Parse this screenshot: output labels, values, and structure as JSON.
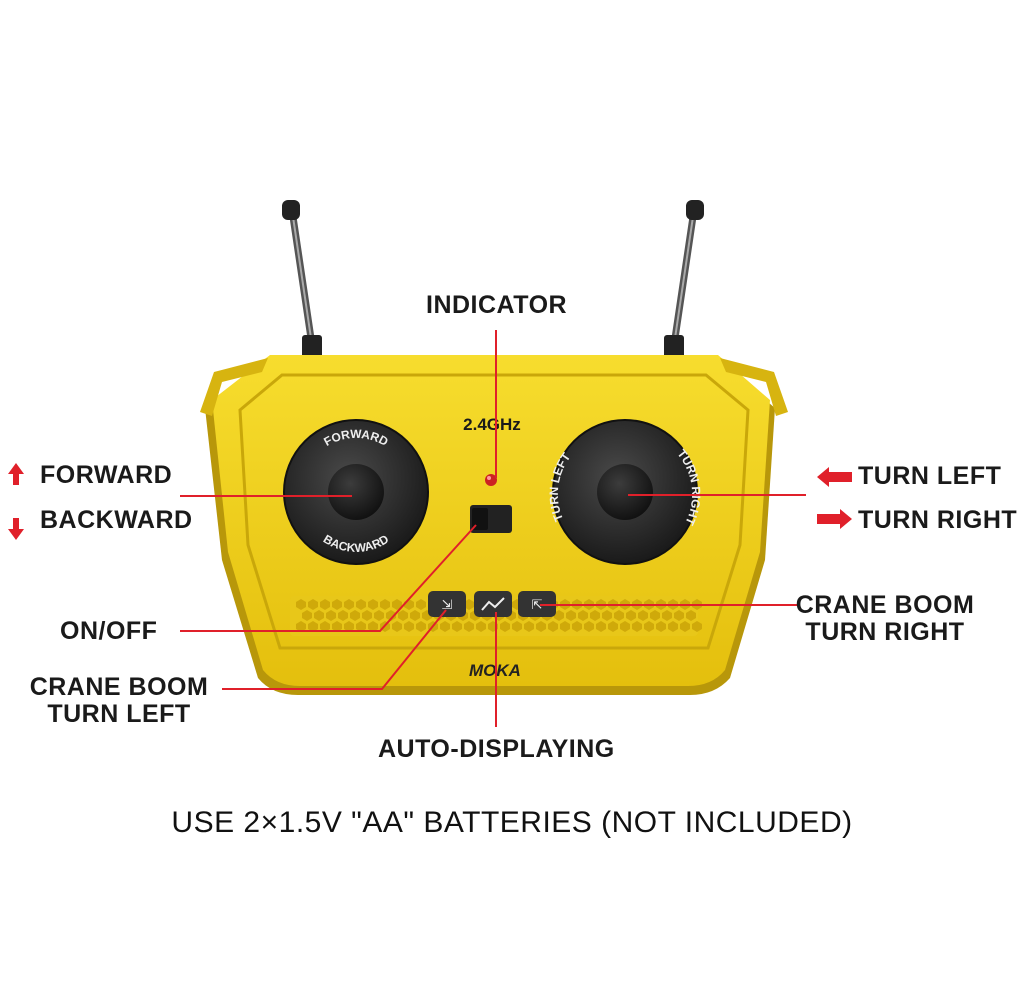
{
  "labels": {
    "indicator": "INDICATOR",
    "forward": "FORWARD",
    "backward": "BACKWARD",
    "turn_left": "TURN LEFT",
    "turn_right": "TURN RIGHT",
    "on_off": "ON/OFF",
    "crane_boom_turn_right_line1": "CRANE BOOM",
    "crane_boom_turn_right_line2": "TURN RIGHT",
    "crane_boom_turn_left_line1": "CRANE BOOM",
    "crane_boom_turn_left_line2": "TURN LEFT",
    "auto_displaying": "AUTO-DISPLAYING"
  },
  "remote": {
    "frequency": "2.4GHz",
    "left_stick_top": "FORWARD",
    "left_stick_bottom": "BACKWARD",
    "right_stick_left": "TURN LEFT",
    "right_stick_right": "TURN RIGHT",
    "brand": "MOKA"
  },
  "footer": "USE 2×1.5V \"AA\" BATTERIES (NOT INCLUDED)",
  "colors": {
    "body_yellow": "#f3d21c",
    "body_shadow": "#c9a70a",
    "leader_line": "#e0202a",
    "arrow_red": "#e0202a",
    "knob_dark": "#2a2a2a"
  }
}
